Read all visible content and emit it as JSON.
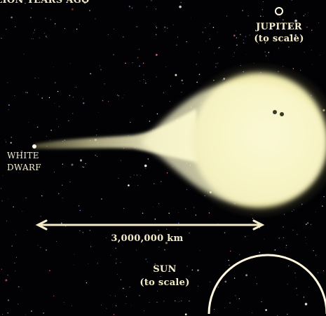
{
  "title": "LION YEARS AGO",
  "jupiter": {
    "name": "JUPITER",
    "note": "(to scale)"
  },
  "white_dwarf": {
    "line1": "WHITE",
    "line2": "DWARF"
  },
  "distance": {
    "label": "3,000,000 km"
  },
  "sun": {
    "name": "SUN",
    "note": "(to scale)"
  },
  "colors": {
    "background": "#020204",
    "star_glow": "#fdfbd8",
    "halo": "#c8c27a",
    "label_text": "#f4ecc8",
    "outline": "#fff8dc"
  }
}
